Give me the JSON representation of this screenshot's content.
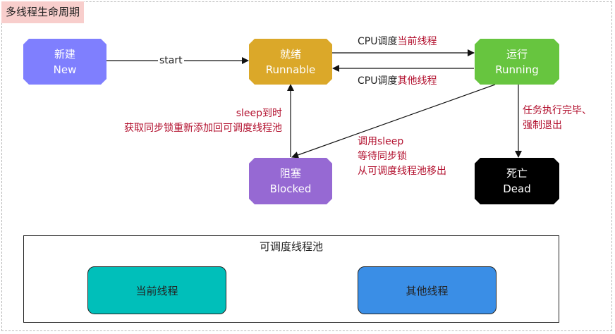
{
  "title": "多线程生命周期",
  "states": {
    "new": {
      "zh": "新建",
      "en": "New",
      "color": "#7f7ffe"
    },
    "runnable": {
      "zh": "就绪",
      "en": "Runnable",
      "color": "#dba829"
    },
    "running": {
      "zh": "运行",
      "en": "Running",
      "color": "#67c53f"
    },
    "blocked": {
      "zh": "阻塞",
      "en": "Blocked",
      "color": "#9669d3"
    },
    "dead": {
      "zh": "死亡",
      "en": "Dead",
      "color": "#000000"
    }
  },
  "transitions": {
    "start": "start",
    "to_running": {
      "prefix": "CPU调度",
      "highlight": "当前线程"
    },
    "to_runnable": {
      "prefix": "CPU调度",
      "highlight": "其他线程"
    },
    "sleep_end": [
      "sleep到时",
      "获取同步锁重新添加回可调度线程池"
    ],
    "to_blocked": [
      "调用sleep",
      "等待同步锁",
      "从可调度线程池移出"
    ],
    "to_dead": [
      "任务执行完毕、",
      "强制退出"
    ]
  },
  "pool": {
    "title": "可调度线程池",
    "current": {
      "label": "当前线程",
      "color": "#00bfba"
    },
    "other": {
      "label": "其他线程",
      "color": "#3a8ee6"
    }
  },
  "colors": {
    "highlight": "#b20f2d",
    "title_bg": "#f8cecc"
  }
}
